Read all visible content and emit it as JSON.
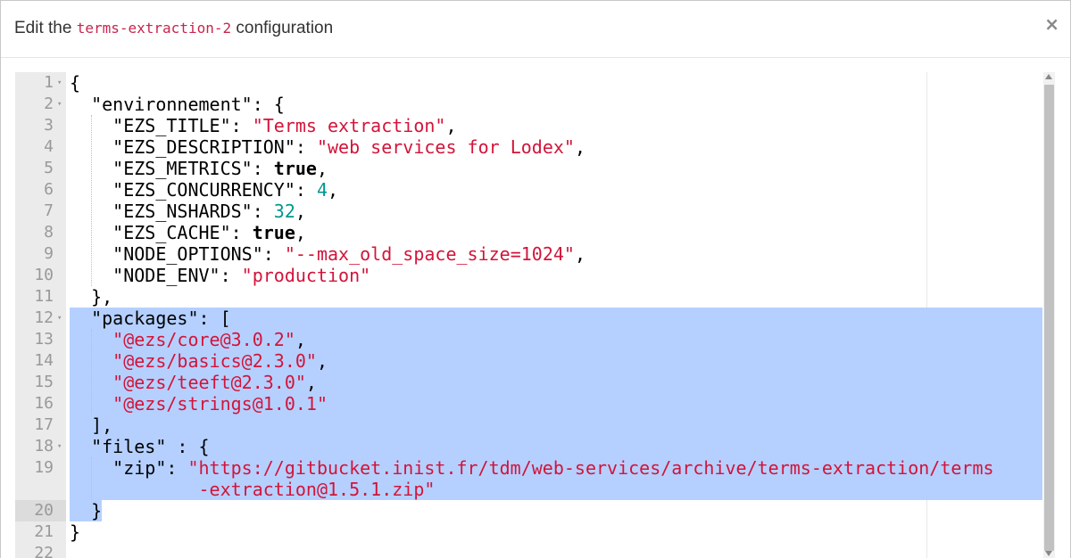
{
  "dialog": {
    "title_prefix": "Edit the",
    "config_name": "terms-extraction-2",
    "title_suffix": "configuration",
    "close_label": "×"
  },
  "editor": {
    "lines": [
      {
        "n": "1",
        "fold": true,
        "segs": [
          {
            "t": "{",
            "c": ""
          }
        ]
      },
      {
        "n": "2",
        "fold": true,
        "segs": [
          {
            "t": "  \"environnement\": ",
            "c": ""
          },
          {
            "t": "{",
            "c": ""
          }
        ]
      },
      {
        "n": "3",
        "fold": false,
        "segs": [
          {
            "t": "    \"EZS_TITLE\": ",
            "c": ""
          },
          {
            "t": "\"Terms extraction\"",
            "c": "str"
          },
          {
            "t": ",",
            "c": ""
          }
        ]
      },
      {
        "n": "4",
        "fold": false,
        "segs": [
          {
            "t": "    \"EZS_DESCRIPTION\": ",
            "c": ""
          },
          {
            "t": "\"web services for Lodex\"",
            "c": "str"
          },
          {
            "t": ",",
            "c": ""
          }
        ]
      },
      {
        "n": "5",
        "fold": false,
        "segs": [
          {
            "t": "    \"EZS_METRICS\": ",
            "c": ""
          },
          {
            "t": "true",
            "c": "kw"
          },
          {
            "t": ",",
            "c": ""
          }
        ]
      },
      {
        "n": "6",
        "fold": false,
        "segs": [
          {
            "t": "    \"EZS_CONCURRENCY\": ",
            "c": ""
          },
          {
            "t": "4",
            "c": "num"
          },
          {
            "t": ",",
            "c": ""
          }
        ]
      },
      {
        "n": "7",
        "fold": false,
        "segs": [
          {
            "t": "    \"EZS_NSHARDS\": ",
            "c": ""
          },
          {
            "t": "32",
            "c": "num"
          },
          {
            "t": ",",
            "c": ""
          }
        ]
      },
      {
        "n": "8",
        "fold": false,
        "segs": [
          {
            "t": "    \"EZS_CACHE\": ",
            "c": ""
          },
          {
            "t": "true",
            "c": "kw"
          },
          {
            "t": ",",
            "c": ""
          }
        ]
      },
      {
        "n": "9",
        "fold": false,
        "segs": [
          {
            "t": "    \"NODE_OPTIONS\": ",
            "c": ""
          },
          {
            "t": "\"--max_old_space_size=1024\"",
            "c": "str"
          },
          {
            "t": ",",
            "c": ""
          }
        ]
      },
      {
        "n": "10",
        "fold": false,
        "segs": [
          {
            "t": "    \"NODE_ENV\": ",
            "c": ""
          },
          {
            "t": "\"production\"",
            "c": "str"
          }
        ]
      },
      {
        "n": "11",
        "fold": false,
        "segs": [
          {
            "t": "  },",
            "c": ""
          }
        ]
      },
      {
        "n": "12",
        "fold": true,
        "segs": [
          {
            "t": "  \"packages\": ",
            "c": ""
          },
          {
            "t": "[",
            "c": ""
          }
        ]
      },
      {
        "n": "13",
        "fold": false,
        "segs": [
          {
            "t": "    ",
            "c": ""
          },
          {
            "t": "\"@ezs/core@3.0.2\"",
            "c": "str"
          },
          {
            "t": ",",
            "c": ""
          }
        ]
      },
      {
        "n": "14",
        "fold": false,
        "segs": [
          {
            "t": "    ",
            "c": ""
          },
          {
            "t": "\"@ezs/basics@2.3.0\"",
            "c": "str"
          },
          {
            "t": ",",
            "c": ""
          }
        ]
      },
      {
        "n": "15",
        "fold": false,
        "segs": [
          {
            "t": "    ",
            "c": ""
          },
          {
            "t": "\"@ezs/teeft@2.3.0\"",
            "c": "str"
          },
          {
            "t": ",",
            "c": ""
          }
        ]
      },
      {
        "n": "16",
        "fold": false,
        "segs": [
          {
            "t": "    ",
            "c": ""
          },
          {
            "t": "\"@ezs/strings@1.0.1\"",
            "c": "str"
          }
        ]
      },
      {
        "n": "17",
        "fold": false,
        "segs": [
          {
            "t": "  ],",
            "c": ""
          }
        ]
      },
      {
        "n": "18",
        "fold": true,
        "segs": [
          {
            "t": "  \"files\" : ",
            "c": ""
          },
          {
            "t": "{",
            "c": ""
          }
        ]
      },
      {
        "n": "19",
        "fold": false,
        "segs": [
          {
            "t": "    \"zip\": ",
            "c": ""
          },
          {
            "t": "\"https://gitbucket.inist.fr/tdm/web-services/archive/terms-extraction/terms",
            "c": "str"
          }
        ]
      },
      {
        "n": "",
        "fold": false,
        "segs": [
          {
            "t": "            ",
            "c": ""
          },
          {
            "t": "-extraction@1.5.1.zip\"",
            "c": "str"
          }
        ]
      },
      {
        "n": "20",
        "fold": false,
        "active": true,
        "segs": [
          {
            "t": "  }",
            "c": ""
          }
        ]
      },
      {
        "n": "21",
        "fold": false,
        "segs": [
          {
            "t": "}",
            "c": ""
          }
        ]
      },
      {
        "n": "22",
        "fold": false,
        "segs": []
      }
    ]
  }
}
